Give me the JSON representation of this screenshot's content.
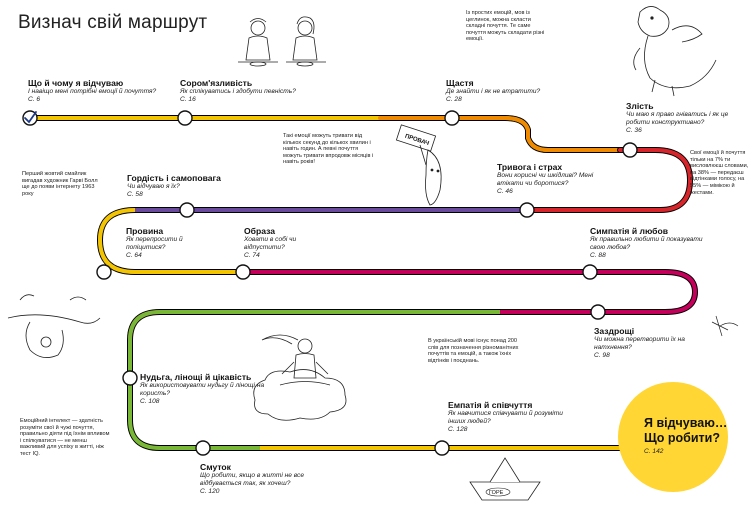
{
  "page": {
    "title": "Визнач свій маршрут"
  },
  "stops": [
    {
      "id": "why",
      "name": "Що й чому я відчуваю",
      "q": "І навіщо мені потрібні емоції й почуття?",
      "page": "С. 6"
    },
    {
      "id": "shame",
      "name": "Сором'язливість",
      "q": "Як сплікуватись і здобути певність?",
      "page": "С. 16"
    },
    {
      "id": "happiness",
      "name": "Щастя",
      "q": "Де знайти і як не втратити?",
      "page": "С. 28"
    },
    {
      "id": "anger",
      "name": "Злість",
      "q": "Чи маю я право гніватись і як це робити конструктивно?",
      "page": "С. 36"
    },
    {
      "id": "anxiety",
      "name": "Тривога і страх",
      "q": "Вони корисні чи шкідливі? Мені втікати чи боротися?",
      "page": "С. 46"
    },
    {
      "id": "pride",
      "name": "Гордість і самоповага",
      "q": "Чи відчуваю я їх?",
      "page": "С. 58"
    },
    {
      "id": "guilt",
      "name": "Провина",
      "q": "Як перепросити й попіцитися?",
      "page": "С. 64"
    },
    {
      "id": "resentment",
      "name": "Образа",
      "q": "Ховати в собі чи відпустити?",
      "page": "С. 74"
    },
    {
      "id": "love",
      "name": "Симпатія й любов",
      "q": "Як правильно любити й показувати свою любов?",
      "page": "С. 88"
    },
    {
      "id": "envy",
      "name": "Заздрощі",
      "q": "Чи можна перетворити їх на натхнення?",
      "page": "С. 98"
    },
    {
      "id": "boredom",
      "name": "Нудьга, лінощі й цікавість",
      "q": "Як використовувати нудьгу й лінощі на користь?",
      "page": "С. 108"
    },
    {
      "id": "empathy",
      "name": "Емпатія й співчуття",
      "q": "Як навчитися співчувати й розуміти інших людей?",
      "page": "С. 128"
    },
    {
      "id": "sadness",
      "name": "Смуток",
      "q": "Що робити, якщо в житті не все відбувається так, як хочеш?",
      "page": "С. 120"
    }
  ],
  "final": {
    "title_line1": "Я відчуваю…",
    "title_line2": "Що робити?",
    "page": "С. 142"
  },
  "notes": {
    "top_center": "Із простих емоцій, мов із цеглинок, можна скласти складні почуття. Те саме почуття можуть складати різні емоції.",
    "middle_center": "Такі емоції можуть тривати від кількох секунд до кількох хвилин і навіть годин. А певні почуття можуть тривати впродовж місяців і навіть років!",
    "left_smiley": "Перший жовтий смайлик вигадав художник Гарві Болл ще до появи інтернету 1963 року",
    "right_voice": "Свої емоції й почуття тільки на 7% ти висловлюєш словами, на 38% — передаєш відтінками голосу, на 55% — мімікою й жестами.",
    "right_bottom": "В українській мові існує понад 200 слів для позначення різноманітних почуттів та емоцій, а також їхніх відтінків і поєднань.",
    "left_bottom": "Емоційний інтелект — здатність розуміти свої й чужі почуття, правильно діяти під їхнім впливом і спілкуватися — не менш важливий для успіху в житті, ніж тест IQ."
  },
  "illustrations": {
    "placard_text": "ПРОВАЧ",
    "boat_text": "ГОРЕ"
  },
  "colors": {
    "yellow": "#f3c400",
    "orange": "#f08a00",
    "red": "#d6262b",
    "purple": "#6a4a9c",
    "magenta": "#c4005a",
    "green": "#79b836",
    "accent_check": "#1d3a8a",
    "final_bg": "#ffd633"
  }
}
